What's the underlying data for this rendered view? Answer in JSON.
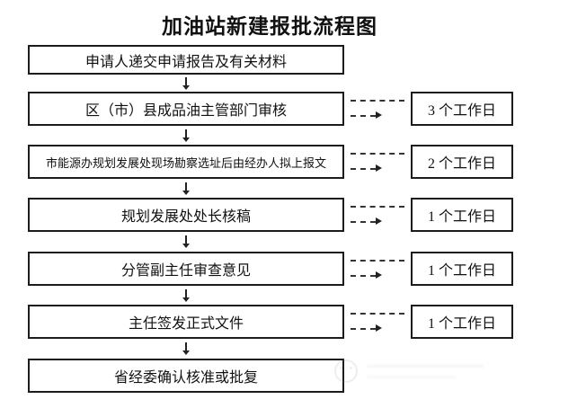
{
  "title": "加油站新建报批流程图",
  "flow": {
    "steps": [
      {
        "label": "申请人递交申请报告及有关材料"
      },
      {
        "label": "区（市）县成品油主管部门审核",
        "duration": "3 个工作日"
      },
      {
        "label": "市能源办规划发展处现场勘察选址后由经办人拟上报文",
        "duration": "2 个工作日"
      },
      {
        "label": "规划发展处处长核稿",
        "duration": "1 个工作日"
      },
      {
        "label": "分管副主任审查意见",
        "duration": "1 个工作日"
      },
      {
        "label": "主任签发正式文件",
        "duration": "1 个工作日"
      },
      {
        "label": "省经委确认核准或批复"
      }
    ]
  },
  "colors": {
    "background": "#ffffff",
    "border": "#1c1c1c",
    "text": "#111111",
    "dash": "#333333"
  }
}
